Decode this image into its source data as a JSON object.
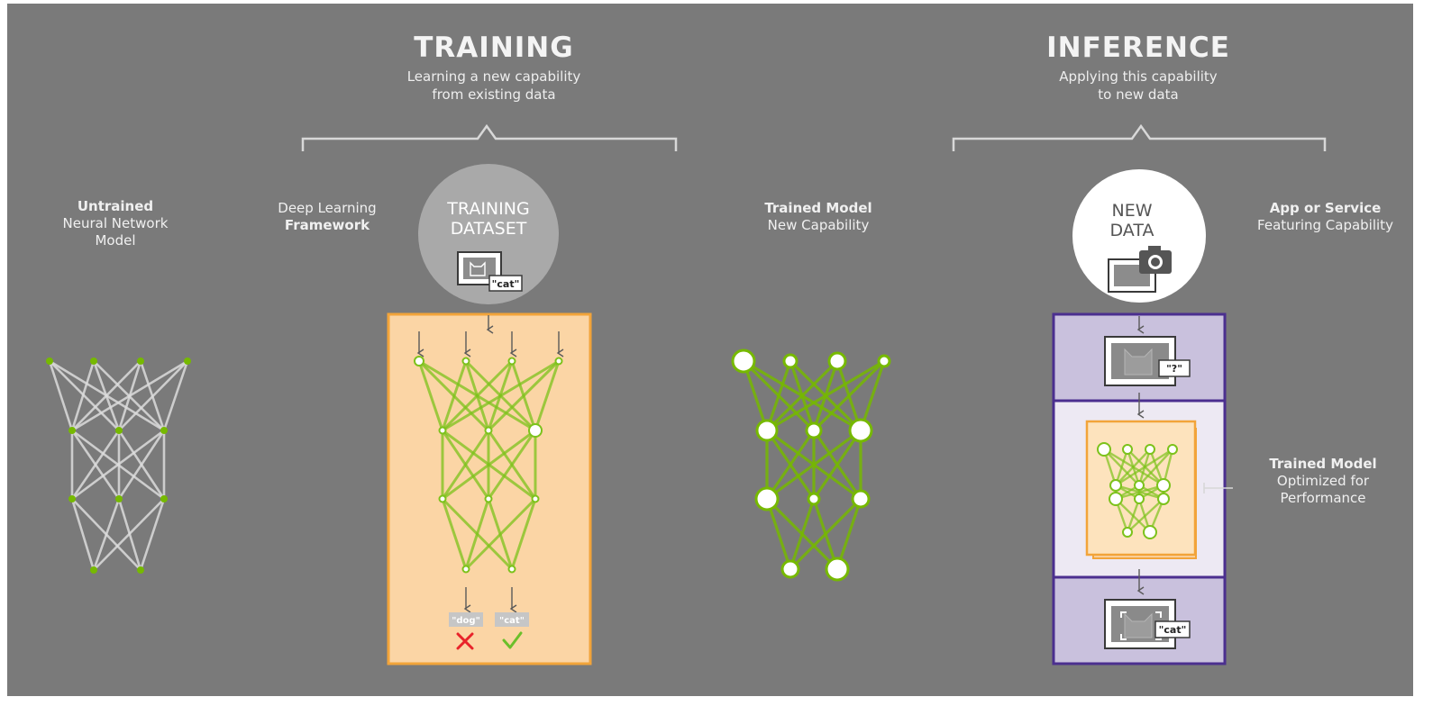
{
  "training": {
    "title": "TRAINING",
    "subtitle_1": "Learning a new capability",
    "subtitle_2": "from existing data"
  },
  "inference": {
    "title": "INFERENCE",
    "subtitle_1": "Applying this capability",
    "subtitle_2": "to new data"
  },
  "untrained": {
    "line_1": "Untrained",
    "line_2": "Neural Network",
    "line_3": "Model"
  },
  "framework": {
    "line_1": "Deep Learning",
    "line_2": "Framework"
  },
  "training_dataset": {
    "line_1": "TRAINING",
    "line_2": "DATASET",
    "tag": "\"cat\""
  },
  "trained_model": {
    "line_1": "Trained Model",
    "line_2": "New Capability"
  },
  "new_data": {
    "line_1": "NEW",
    "line_2": "DATA"
  },
  "app_service": {
    "line_1": "App or Service",
    "line_2": "Featuring Capability"
  },
  "optimized_model": {
    "line_1": "Trained Model",
    "line_2": "Optimized for",
    "line_3": "Performance"
  },
  "inference_query_tag": "\"?\"",
  "inference_result_tag": "\"cat\"",
  "outputs": {
    "wrong_tag": "\"dog\"",
    "right_tag": "\"cat\""
  },
  "icons": [
    "cat-photo-icon",
    "camera-icon",
    "arrow-down-icon",
    "cross-icon",
    "check-icon",
    "cat-head-icon"
  ],
  "colors": {
    "background": "#7a7a7a",
    "node_green": "#76b900",
    "training_panel": "#fbd5a5",
    "training_border": "#f2a43a",
    "inference_panel": "#c9c1dd",
    "inference_border": "#4b2f8f",
    "wrong": "#e8232a",
    "right": "#6bbf2a"
  }
}
